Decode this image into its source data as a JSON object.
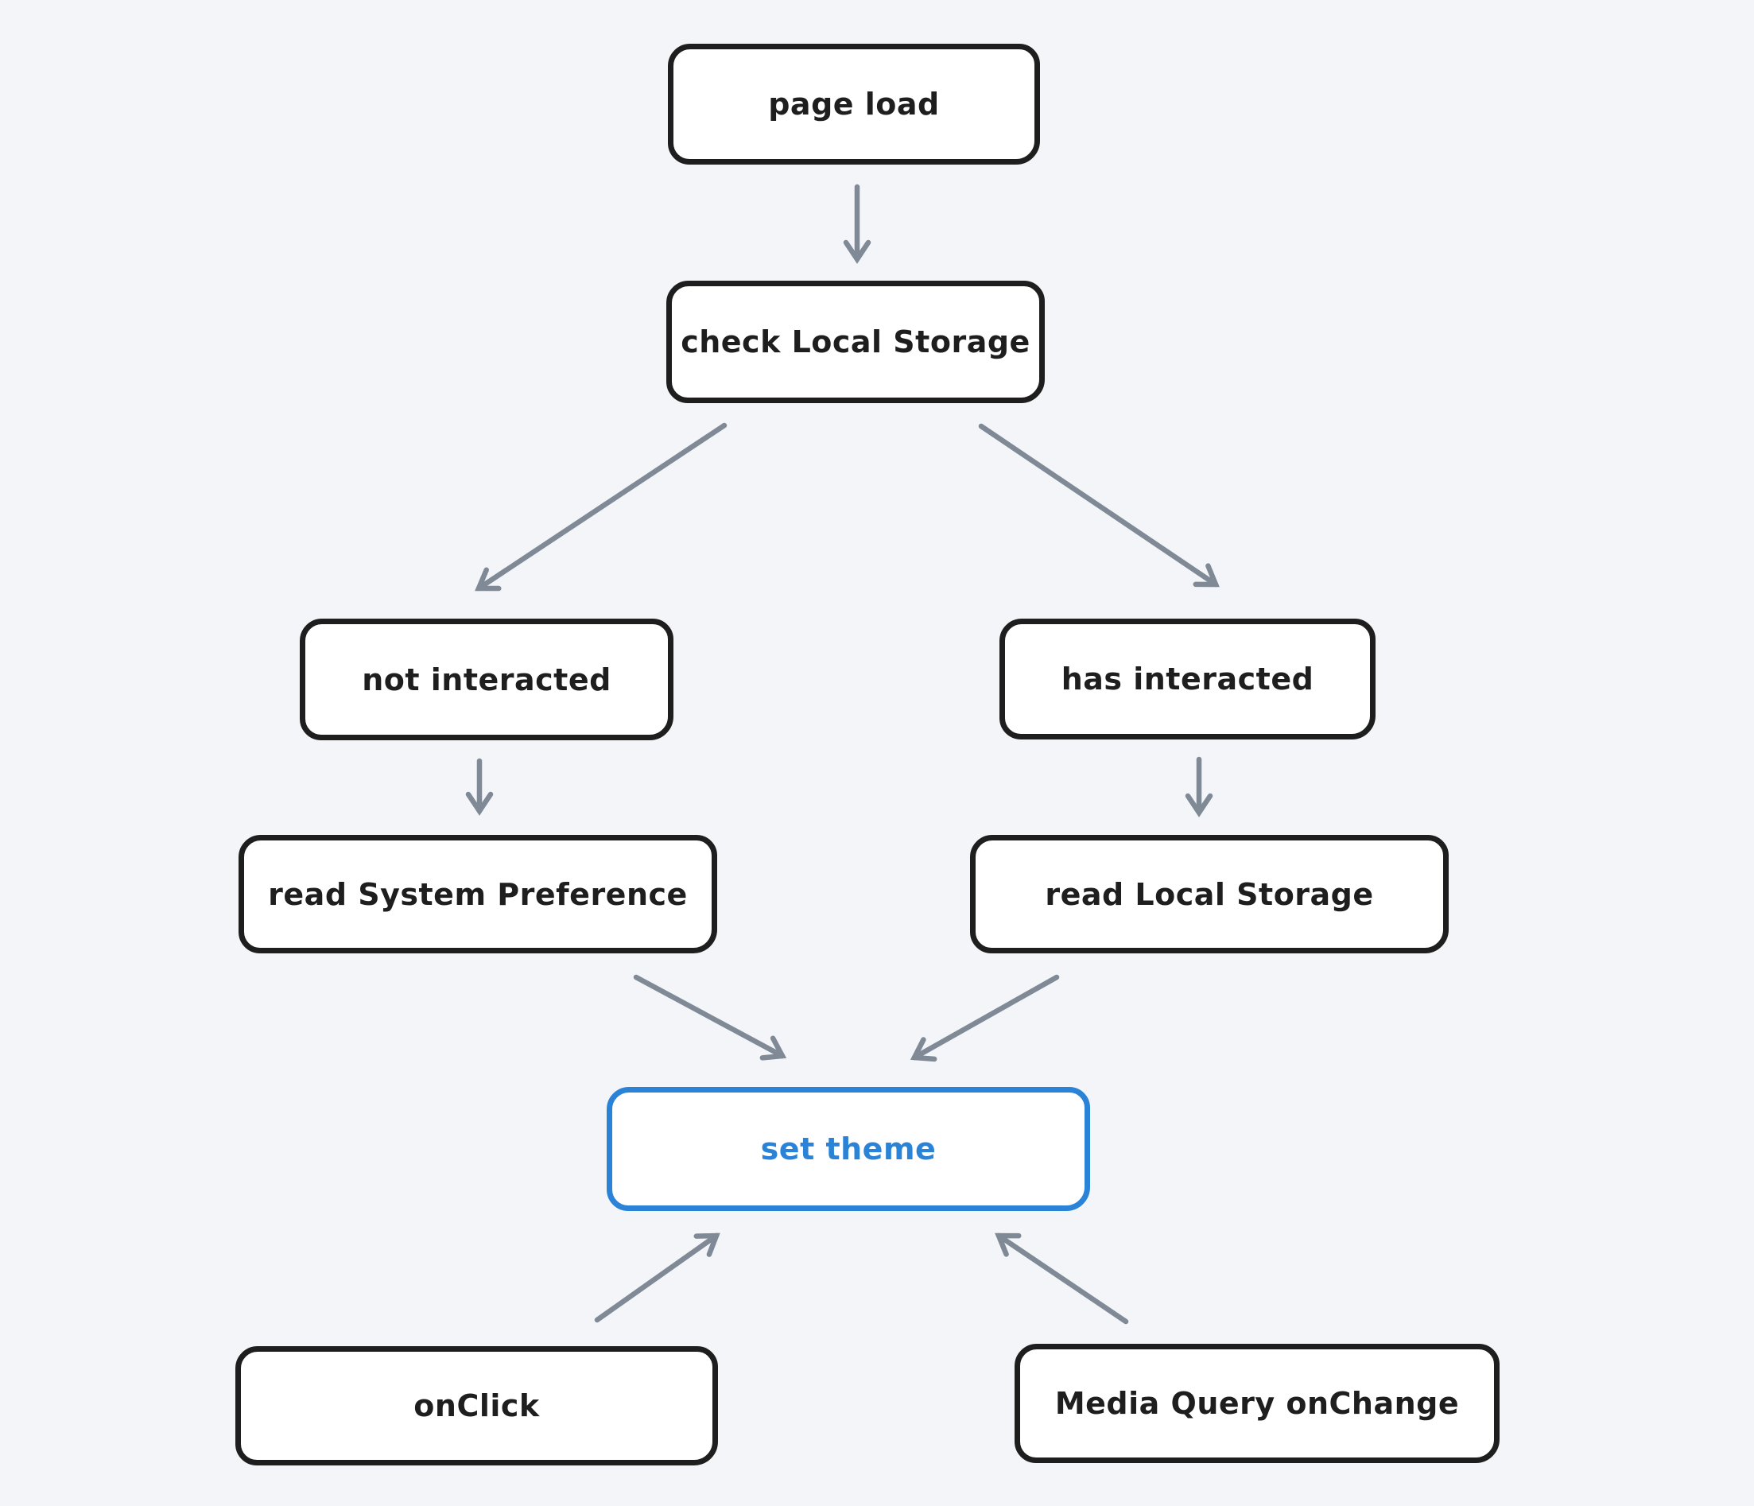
{
  "diagram": {
    "type": "flowchart",
    "nodes": {
      "page_load": {
        "label": "page load"
      },
      "check_local_storage": {
        "label": "check Local Storage"
      },
      "not_interacted": {
        "label": "not interacted"
      },
      "has_interacted": {
        "label": "has interacted"
      },
      "read_system_preference": {
        "label": "read System Preference"
      },
      "read_local_storage": {
        "label": "read Local Storage"
      },
      "set_theme": {
        "label": "set theme",
        "accent": true
      },
      "onclick": {
        "label": "onClick"
      },
      "media_query_onchange": {
        "label": "Media Query onChange"
      }
    },
    "edges": [
      {
        "from": "page_load",
        "to": "check_local_storage"
      },
      {
        "from": "check_local_storage",
        "to": "not_interacted"
      },
      {
        "from": "check_local_storage",
        "to": "has_interacted"
      },
      {
        "from": "not_interacted",
        "to": "read_system_preference"
      },
      {
        "from": "has_interacted",
        "to": "read_local_storage"
      },
      {
        "from": "read_system_preference",
        "to": "set_theme"
      },
      {
        "from": "read_local_storage",
        "to": "set_theme"
      },
      {
        "from": "onclick",
        "to": "set_theme"
      },
      {
        "from": "media_query_onchange",
        "to": "set_theme"
      }
    ]
  },
  "colors": {
    "background": "#f4f5f8",
    "node_fill": "#ffffff",
    "node_border": "#1e1e1e",
    "node_text": "#1e1e1e",
    "accent": "#2a83d7",
    "arrow": "#7f8a96"
  }
}
